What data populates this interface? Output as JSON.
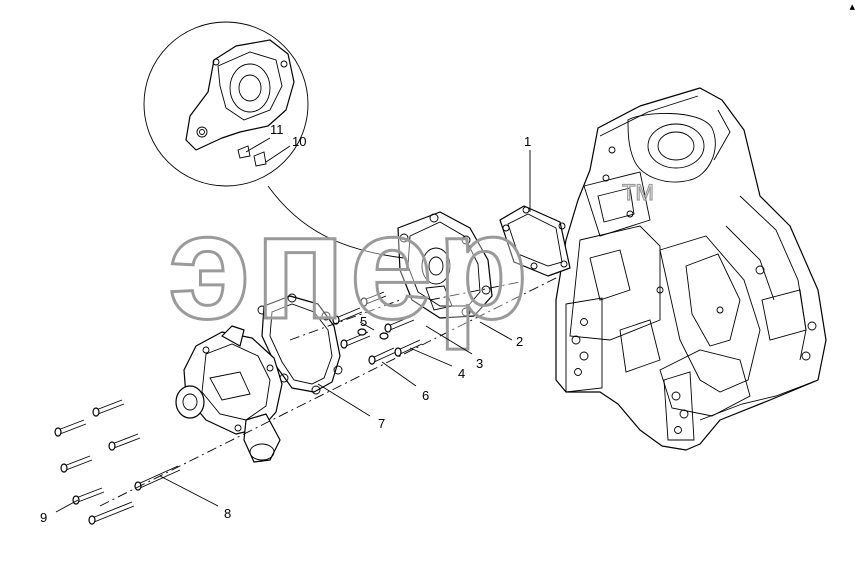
{
  "corner_mark": "▴",
  "watermark": {
    "text": "эпер",
    "tm": "TM"
  },
  "callouts": [
    "1",
    "2",
    "3",
    "4",
    "5",
    "6",
    "7",
    "8",
    "9",
    "10",
    "11"
  ]
}
